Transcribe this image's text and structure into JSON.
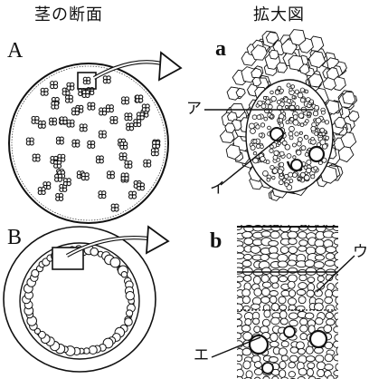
{
  "headers": {
    "cross_section": "茎の断面",
    "magnified": "拡大図"
  },
  "panels": {
    "A": "A",
    "a": "a",
    "B": "B",
    "b": "b"
  },
  "callouts": {
    "a": "ア",
    "i": "イ",
    "u": "ウ",
    "e": "エ"
  }
}
